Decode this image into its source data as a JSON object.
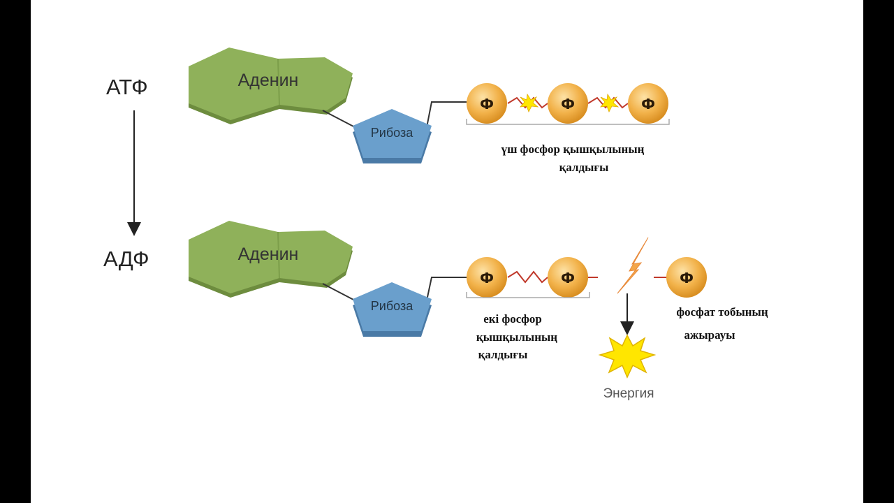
{
  "atp": {
    "label": "АТФ",
    "adenine": "Аденин",
    "ribose": "Рибоза",
    "phosphates": [
      "Ф",
      "Ф",
      "Ф"
    ],
    "caption": [
      "үш фосфор қышқылының",
      "қалдығы"
    ]
  },
  "adp": {
    "label": "АДФ",
    "adenine": "Аденин",
    "ribose": "Рибоза",
    "phosphates": [
      "Ф",
      "Ф"
    ],
    "caption": [
      "екі фосфор",
      "қышқылының",
      "қалдығы"
    ]
  },
  "detached": {
    "phosphate": "Ф",
    "caption": [
      "фосфат тобының",
      "ажырауы"
    ]
  },
  "energy": {
    "label": "Энергия"
  },
  "colors": {
    "adenine": "#8fb15a",
    "adenine_shadow": "#6d8c3e",
    "ribose": "#6a9fcc",
    "ribose_shadow": "#4a7aa6",
    "phosphate": "#f2b24a",
    "spark": "#ffe600",
    "link": "#c0392b"
  }
}
